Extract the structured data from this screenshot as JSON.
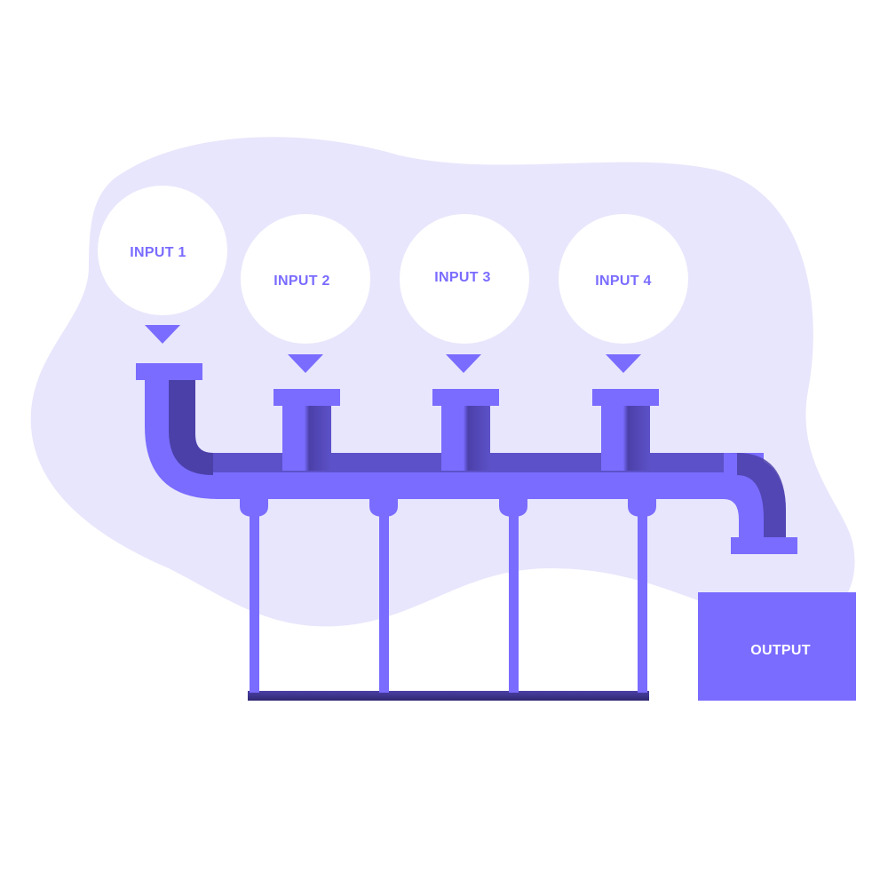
{
  "diagram": {
    "inputs": [
      {
        "label": "INPUT 1"
      },
      {
        "label": "INPUT 2"
      },
      {
        "label": "INPUT 3"
      },
      {
        "label": "INPUT 4"
      }
    ],
    "output": {
      "label": "OUTPUT"
    }
  },
  "colors": {
    "background_blob": "#e8e6fc",
    "pipe": "#7a6cff",
    "pipe_dark": "#4b40a8",
    "pipe_shadow": "#2f2870",
    "circle": "#ffffff",
    "label": "#7a6cff",
    "output_text": "#ffffff"
  }
}
